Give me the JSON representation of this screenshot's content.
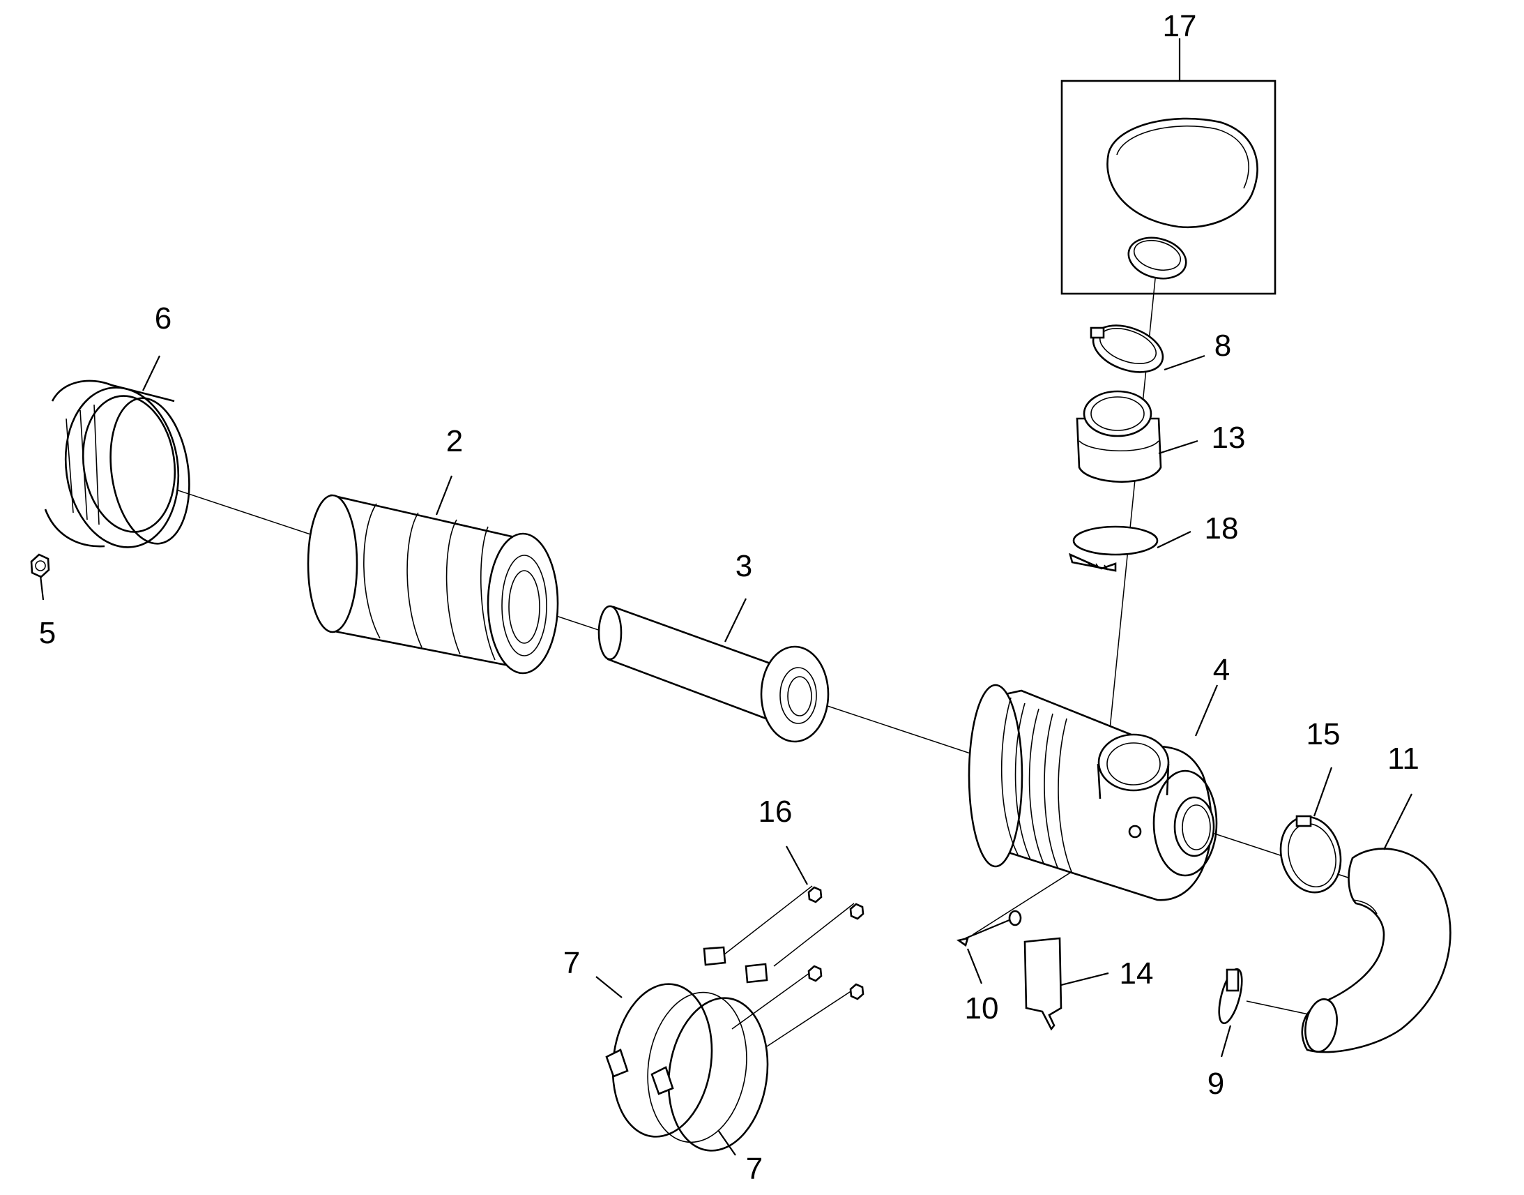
{
  "diagram": {
    "callouts": {
      "c2": "2",
      "c3": "3",
      "c4": "4",
      "c5": "5",
      "c6": "6",
      "c7a": "7",
      "c7b": "7",
      "c8": "8",
      "c9": "9",
      "c10": "10",
      "c11": "11",
      "c13": "13",
      "c14": "14",
      "c15": "15",
      "c16": "16",
      "c17": "17",
      "c18": "18"
    }
  }
}
